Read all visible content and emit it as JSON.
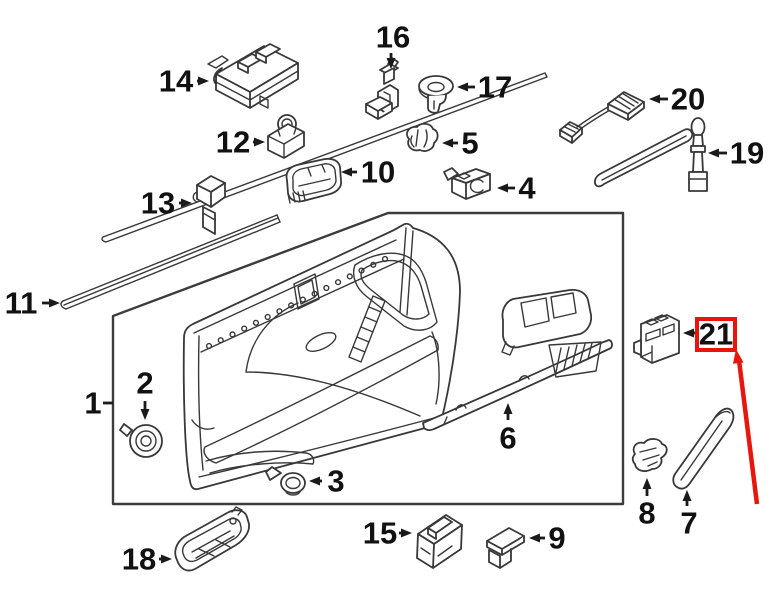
{
  "diagram": {
    "type": "exploded-parts-diagram",
    "subject": "front-door-interior-trim-panel",
    "background_color": "#ffffff",
    "line_color": "#383838",
    "label_color": "#111111",
    "highlight_color": "#e8150d",
    "highlighted_part": "21",
    "labels": [
      {
        "part": "1",
        "text": "1"
      },
      {
        "part": "2",
        "text": "2"
      },
      {
        "part": "3",
        "text": "3"
      },
      {
        "part": "4",
        "text": "4"
      },
      {
        "part": "5",
        "text": "5"
      },
      {
        "part": "6",
        "text": "6"
      },
      {
        "part": "7",
        "text": "7"
      },
      {
        "part": "8",
        "text": "8"
      },
      {
        "part": "9",
        "text": "9"
      },
      {
        "part": "10",
        "text": "10"
      },
      {
        "part": "11",
        "text": "11"
      },
      {
        "part": "12",
        "text": "12"
      },
      {
        "part": "13",
        "text": "13"
      },
      {
        "part": "14",
        "text": "14"
      },
      {
        "part": "15",
        "text": "15"
      },
      {
        "part": "16",
        "text": "16"
      },
      {
        "part": "17",
        "text": "17"
      },
      {
        "part": "18",
        "text": "18"
      },
      {
        "part": "19",
        "text": "19"
      },
      {
        "part": "20",
        "text": "20"
      },
      {
        "part": "21",
        "text": "21"
      }
    ]
  }
}
